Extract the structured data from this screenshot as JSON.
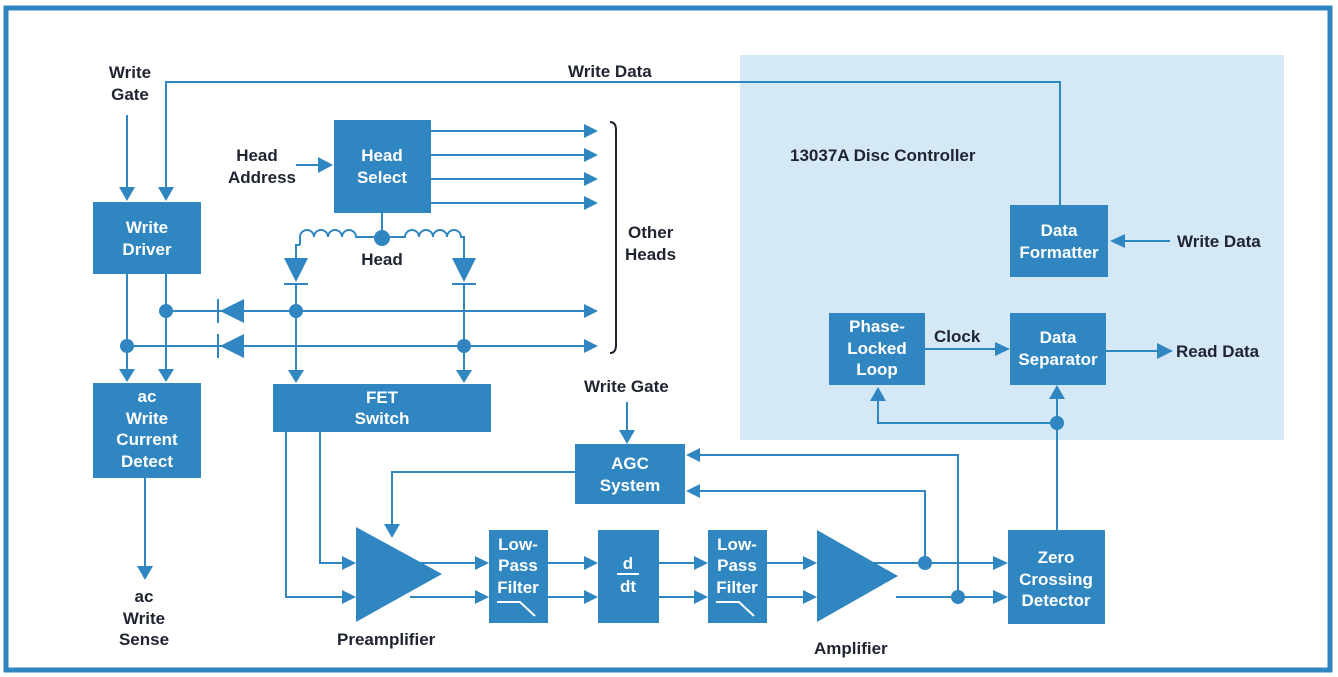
{
  "colors": {
    "frame": "#2f86c1",
    "block": "#2f86c1",
    "controller_shade": "#d4e8f6",
    "text": "#1f2430"
  },
  "controller": {
    "title": "13037A Disc Controller"
  },
  "labels": {
    "write_gate_top": [
      "Write",
      "Gate"
    ],
    "write_data_top": "Write Data",
    "head_address": [
      "Head",
      "Address"
    ],
    "head": "Head",
    "other_heads": [
      "Other",
      "Heads"
    ],
    "write_data_right": "Write Data",
    "read_data": "Read Data",
    "clock": "Clock",
    "write_gate_agc": "Write Gate",
    "ac_write_sense": [
      "ac",
      "Write",
      "Sense"
    ],
    "preamplifier": "Preamplifier",
    "amplifier": "Amplifier"
  },
  "blocks": {
    "write_driver": [
      "Write",
      "Driver"
    ],
    "head_select": [
      "Head",
      "Select"
    ],
    "ac_write_current_detect": [
      "ac",
      "Write",
      "Current",
      "Detect"
    ],
    "fet_switch": [
      "FET",
      "Switch"
    ],
    "agc_system": [
      "AGC",
      "System"
    ],
    "low_pass_filter_1": [
      "Low-",
      "Pass",
      "Filter"
    ],
    "differentiator": [
      "d",
      "dt"
    ],
    "low_pass_filter_2": [
      "Low-",
      "Pass",
      "Filter"
    ],
    "zero_crossing_detector": [
      "Zero",
      "Crossing",
      "Detector"
    ],
    "data_formatter": [
      "Data",
      "Formatter"
    ],
    "phase_locked_loop": [
      "Phase-",
      "Locked",
      "Loop"
    ],
    "data_separator": [
      "Data",
      "Separator"
    ]
  }
}
